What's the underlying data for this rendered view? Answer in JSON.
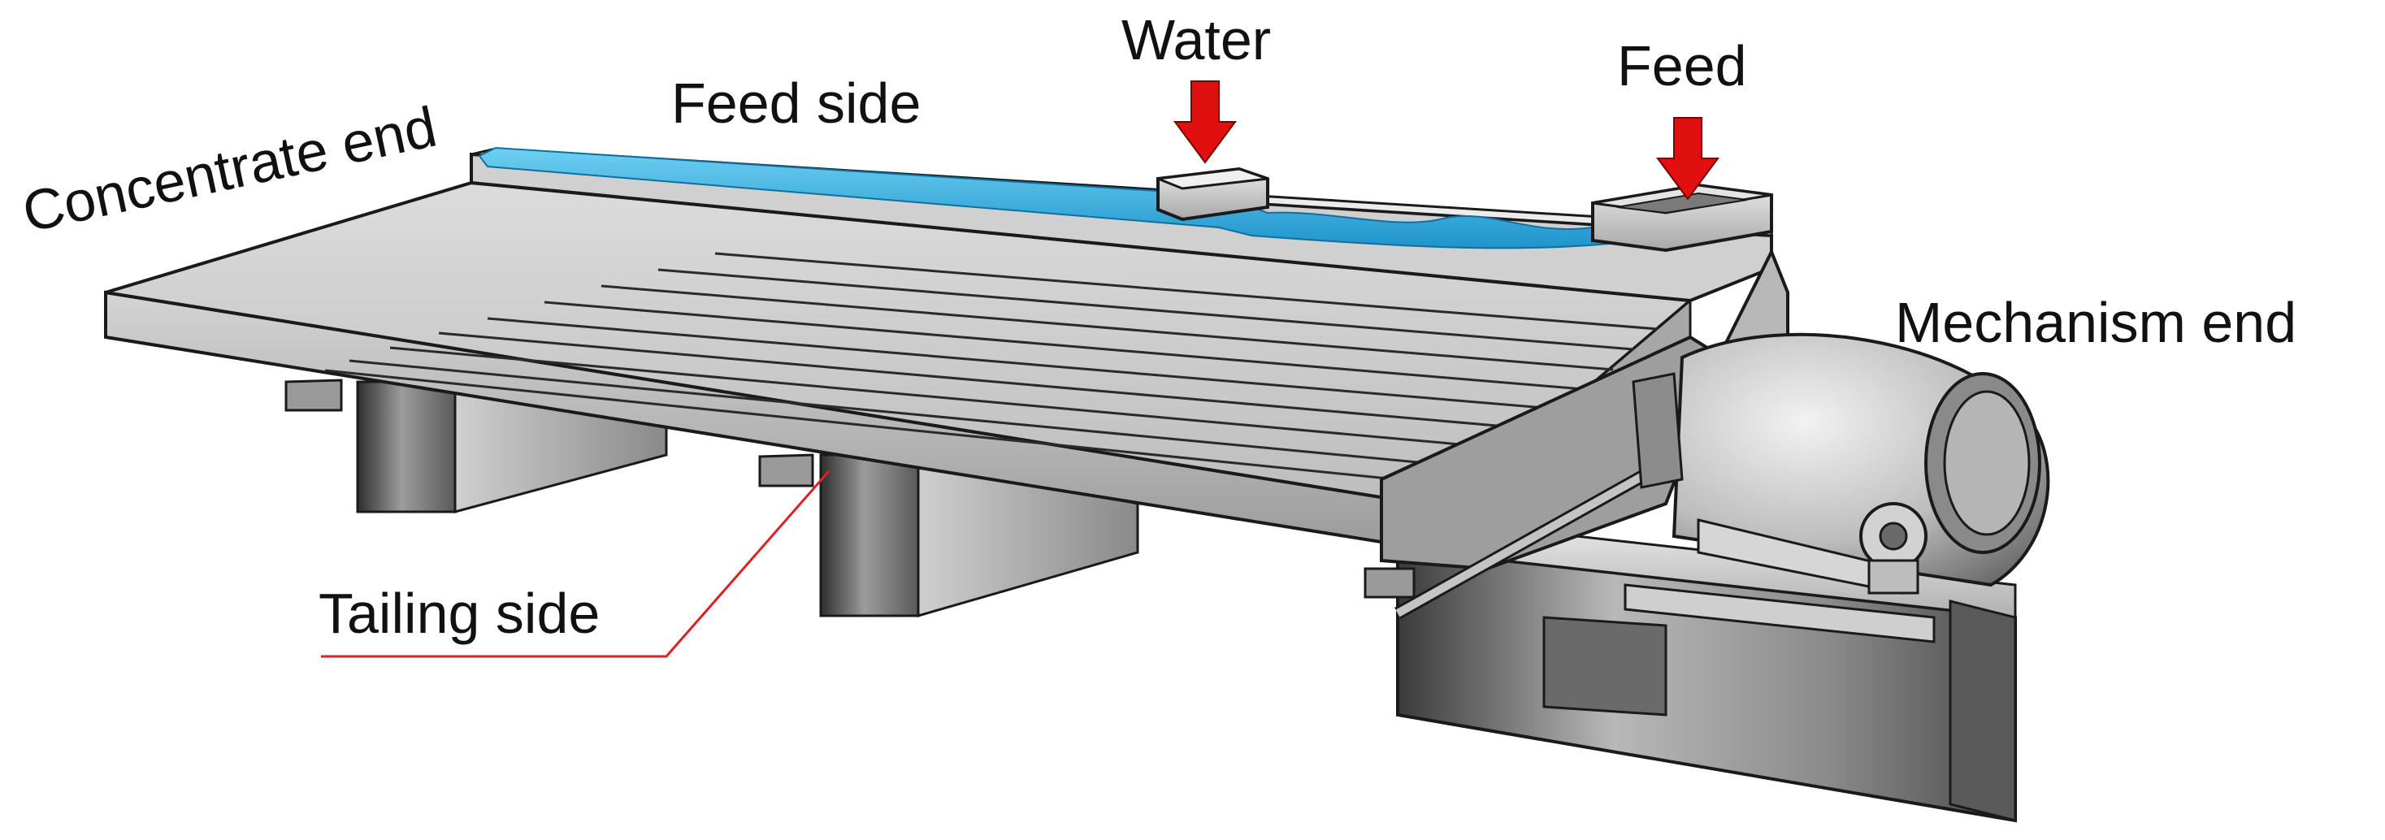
{
  "labels": {
    "concentrate_end": "Concentrate end",
    "feed_side": "Feed side",
    "water": "Water",
    "feed": "Feed",
    "mechanism_end": "Mechanism end",
    "tailing_side": "Tailing side"
  },
  "colors": {
    "water": "#2aa7dc",
    "arrow": "#e01010",
    "leader_line": "#e02020",
    "deck": "#c8c8c8",
    "outline": "#1a1a1a"
  }
}
